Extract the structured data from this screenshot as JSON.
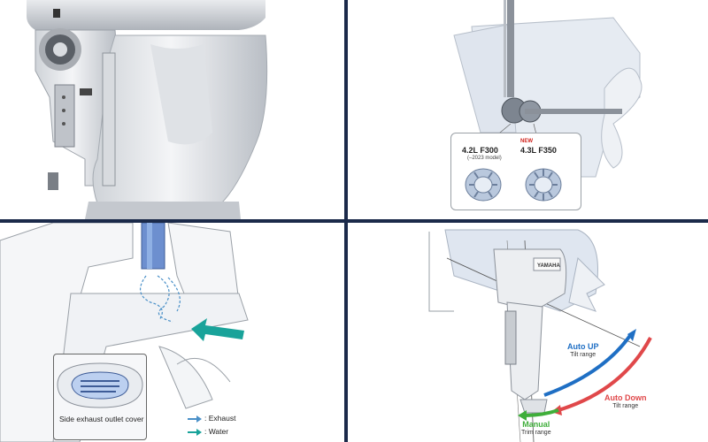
{
  "colors": {
    "divider": "#1b2a4a",
    "exhaust_blue": "#4a90c8",
    "water_teal": "#19a39a",
    "auto_up_blue": "#1f6fc4",
    "auto_down_red": "#e0484a",
    "manual_green": "#3fae3a",
    "new_red": "#d0201a"
  },
  "gear_compare": {
    "left_title": "4.2L F300",
    "left_sub": "(–2023 model)",
    "right_new": "NEW",
    "right_title": "4.3L F350"
  },
  "exhaust": {
    "caption": "Side exhaust outlet cover",
    "legend": [
      {
        "icon": "blue-arrow-icon",
        "label": ": Exhaust"
      },
      {
        "icon": "teal-arrow-icon",
        "label": ": Water"
      }
    ]
  },
  "tilt_trim": {
    "auto_up": "Auto UP",
    "auto_up_sub": "Tilt range",
    "auto_down": "Auto Down",
    "auto_down_sub": "Tilt range",
    "manual": "Manual",
    "manual_sub": "Trim range"
  },
  "brand_badge": "YAMAHA"
}
